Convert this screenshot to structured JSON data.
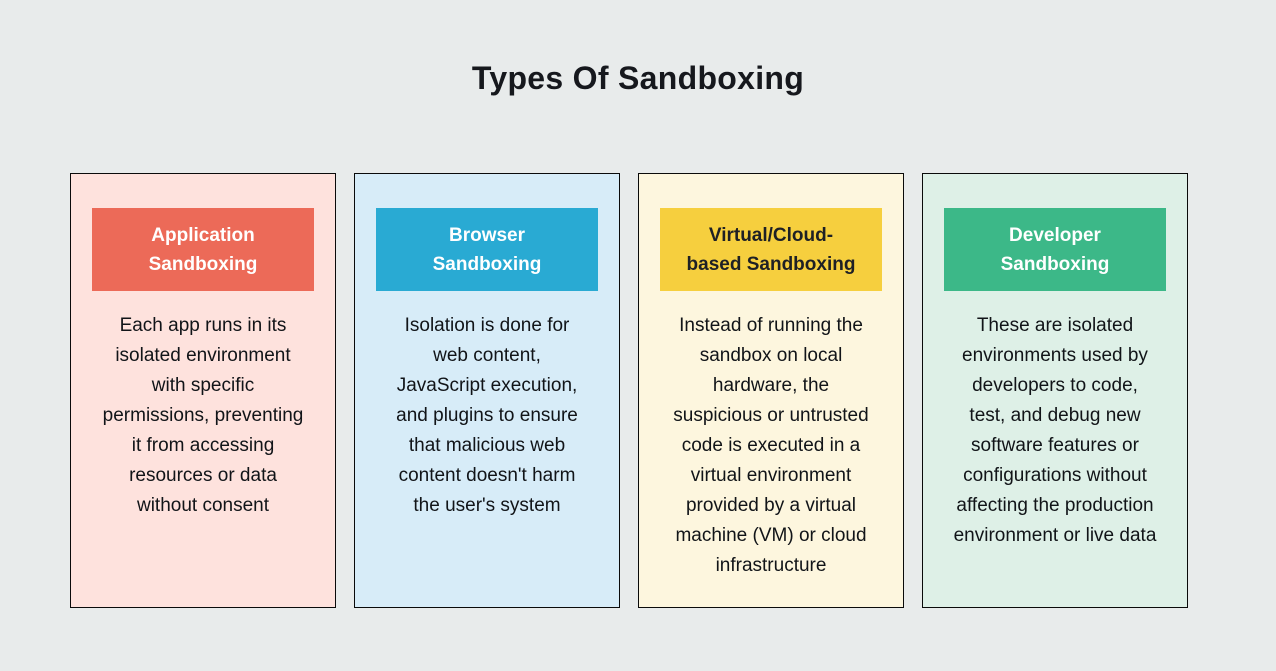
{
  "page": {
    "title": "Types Of Sandboxing",
    "background_color": "#e8ebeb",
    "border_color": "#0a0a0a"
  },
  "cards": [
    {
      "title": "Application\nSandboxing",
      "description": "Each app runs in its\nisolated environment\nwith specific\npermissions, preventing\nit from accessing\nresources or data\nwithout consent",
      "header_bg": "#ec6a58",
      "header_text_color": "#ffffff",
      "card_bg": "#fee2dd"
    },
    {
      "title": "Browser\nSandboxing",
      "description": "Isolation is done for\nweb content,\nJavaScript execution,\nand plugins to ensure\nthat malicious web\ncontent doesn't harm\nthe user's system",
      "header_bg": "#29aad3",
      "header_text_color": "#ffffff",
      "card_bg": "#d7ecf8"
    },
    {
      "title": "Virtual/Cloud-\nbased Sandboxing",
      "description": "Instead of running the\nsandbox on local\nhardware, the\nsuspicious or untrusted\ncode is executed in a\nvirtual environment\nprovided by a virtual\nmachine (VM) or cloud\ninfrastructure",
      "header_bg": "#f6cf3e",
      "header_text_color": "#1e2025",
      "card_bg": "#fdf6de"
    },
    {
      "title": "Developer\nSandboxing",
      "description": "These are isolated\nenvironments used by\ndevelopers to code,\ntest, and debug new\nsoftware features or\nconfigurations without\naffecting the production\nenvironment or live data",
      "header_bg": "#3cb888",
      "header_text_color": "#ffffff",
      "card_bg": "#def0e7"
    }
  ]
}
